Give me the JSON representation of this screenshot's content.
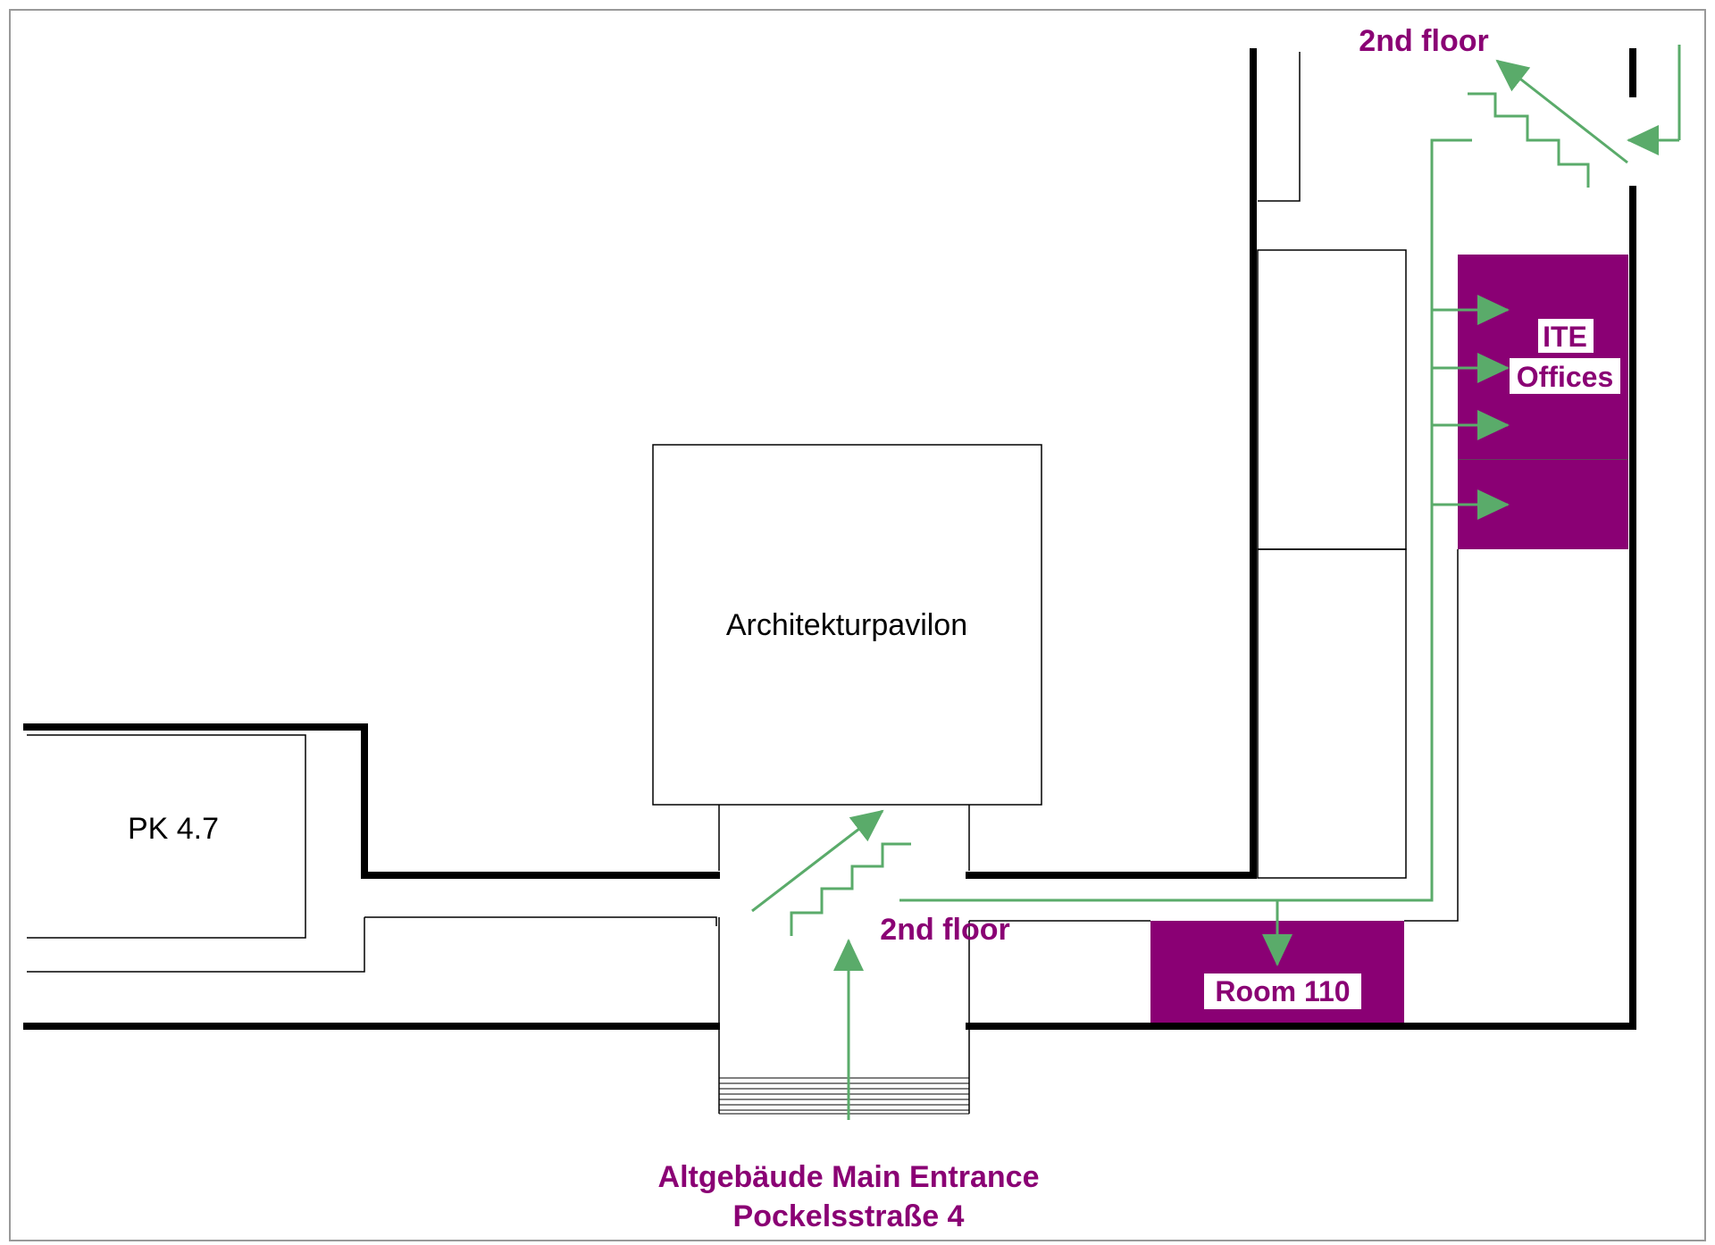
{
  "labels": {
    "pk": "PK 4.7",
    "pavilion": "Architekturpavilon",
    "floor_top": "2nd floor",
    "floor_bottom": "2nd floor",
    "ite_line1": "ITE",
    "ite_line2": "Offices",
    "room": "Room 110",
    "entrance_line1": "Altgebäude Main Entrance",
    "entrance_line2": "Pockelsstraße 4"
  },
  "colors": {
    "route": "#5aab6a",
    "highlight": "#8a0074",
    "walls": "#000000",
    "background": "#ffffff"
  }
}
